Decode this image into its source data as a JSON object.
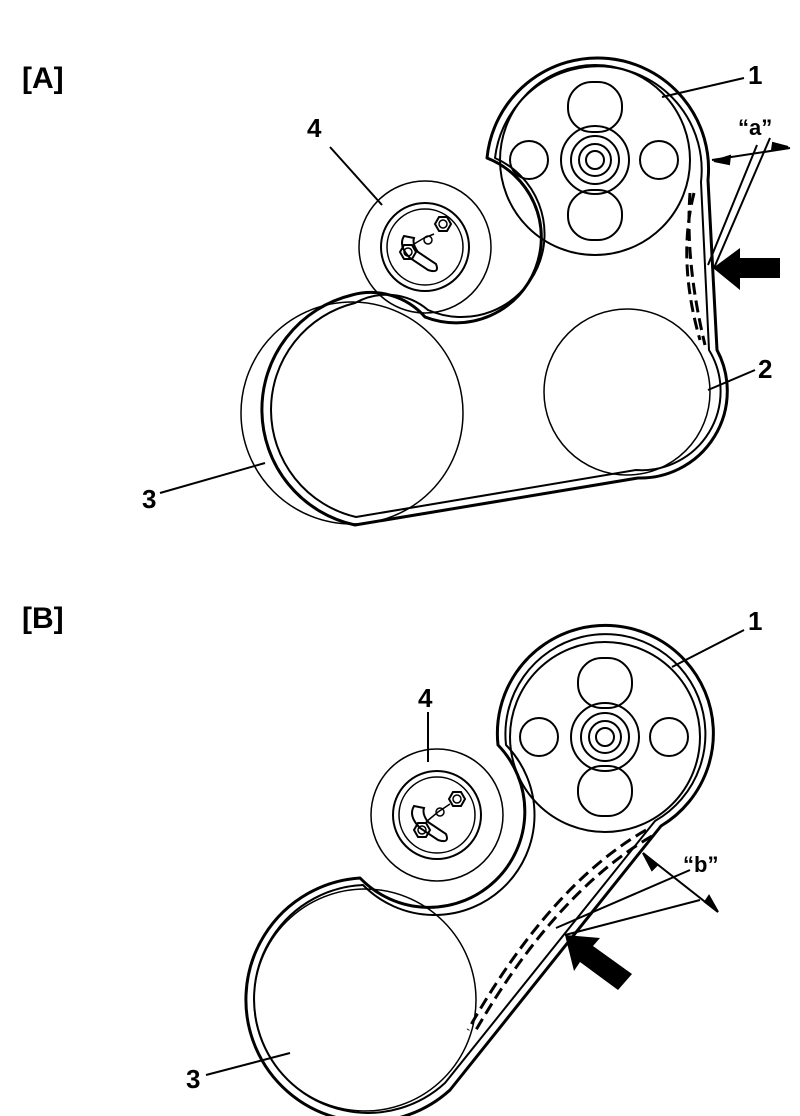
{
  "panels": [
    {
      "label": "[A]",
      "callouts": {
        "p1": "1",
        "p2": "2",
        "p3": "3",
        "p4": "4"
      },
      "deflection_label": "“a”"
    },
    {
      "label": "[B]",
      "callouts": {
        "p1": "1",
        "p3": "3",
        "p4": "4"
      },
      "deflection_label": "“b”"
    }
  ],
  "colors": {
    "line": "#000000",
    "background": "#ffffff"
  },
  "icons": [
    "push-arrow-icon",
    "hex-bolt-icon"
  ]
}
